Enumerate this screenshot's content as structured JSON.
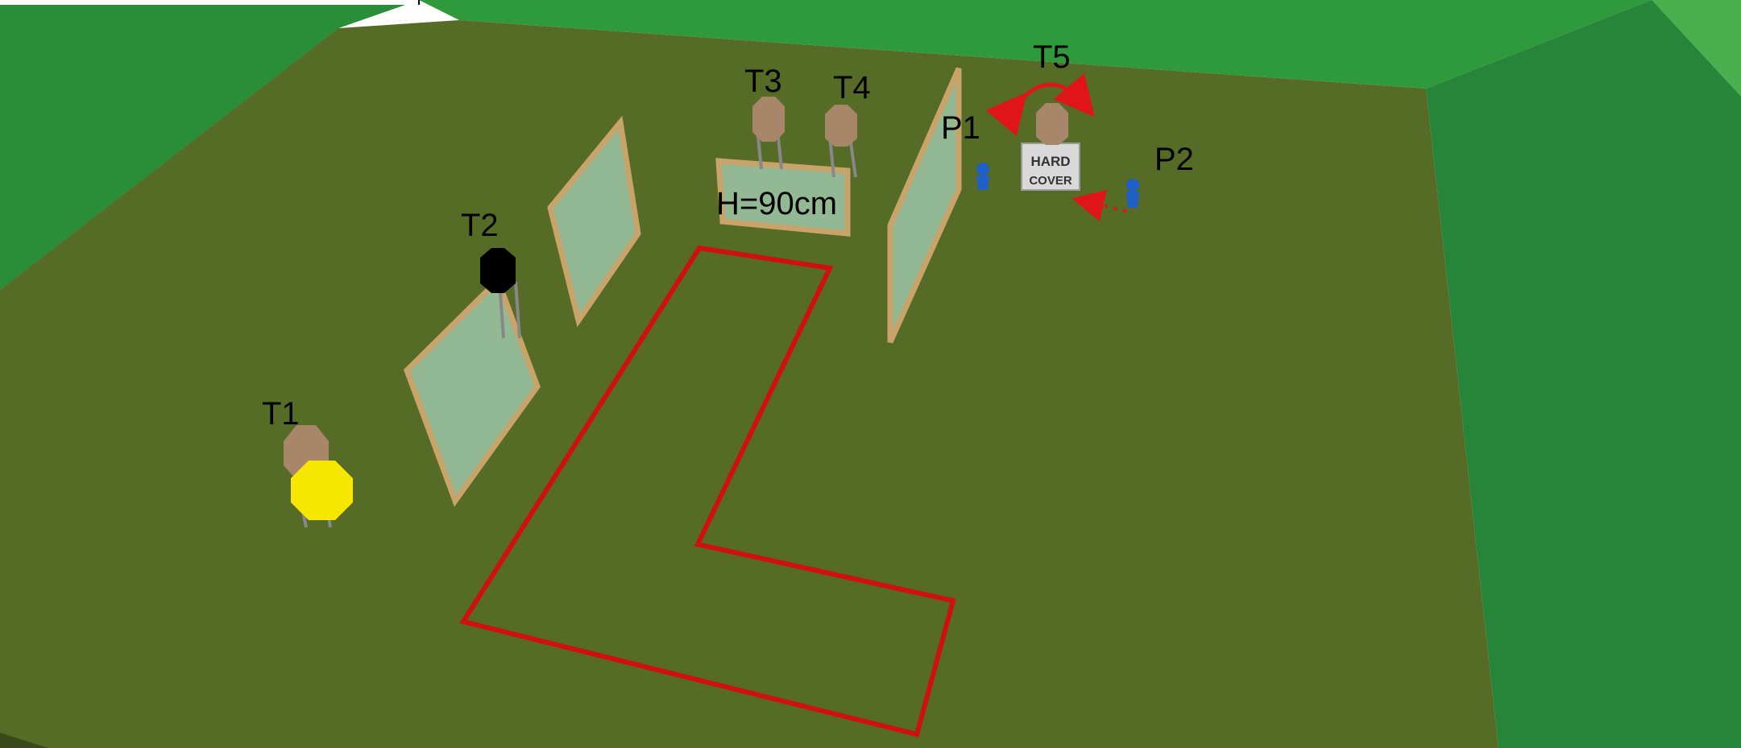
{
  "scene": {
    "targets": [
      "T1",
      "T2",
      "T3",
      "T4",
      "T5"
    ],
    "positions": [
      "P1",
      "P2"
    ],
    "height_note": "H=90cm",
    "hard_cover": [
      "HARD",
      "COVER"
    ]
  },
  "colors": {
    "wall_light": "#2f9a3c",
    "wall_dark": "#1f6e2a",
    "floor": "#566b26",
    "shooting_box": "#d10f0f",
    "arrow": "#e0151a",
    "popper": "#f7e600",
    "target": "#a8866a",
    "shooter": "#1f5fc7",
    "frame": "#c9a46a",
    "glass": "#9ec7a8"
  }
}
